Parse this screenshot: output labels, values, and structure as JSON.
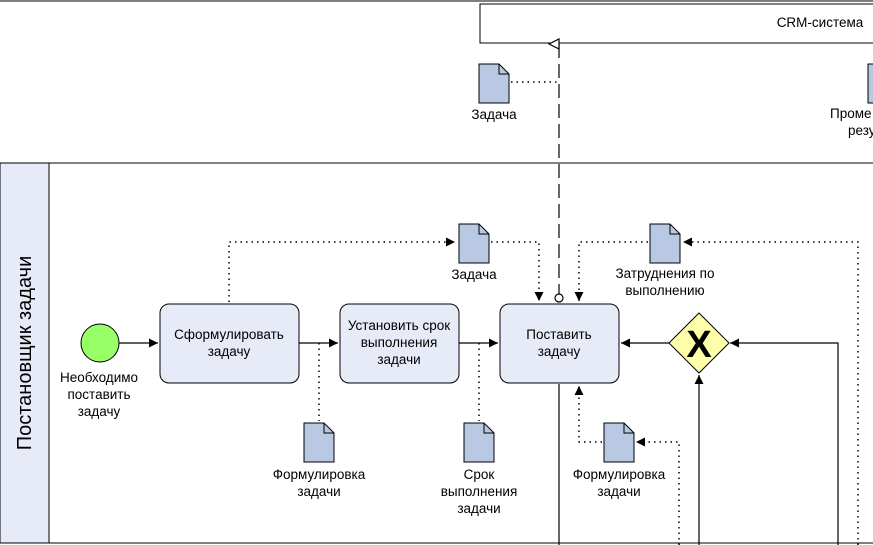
{
  "pool_crm": {
    "label": "CRM-система"
  },
  "lane": {
    "label": "Постановщик задачи"
  },
  "start_event": {
    "lines": [
      "Необходимо",
      "поставить",
      "задачу"
    ]
  },
  "tasks": {
    "formulate": {
      "lines": [
        "Сформулировать",
        "задачу"
      ]
    },
    "deadline": {
      "lines": [
        "Установить срок",
        "выполнения",
        "задачи"
      ]
    },
    "assign": {
      "lines": [
        "Поставить",
        "задачу"
      ]
    }
  },
  "gateway": {
    "symbol": "X",
    "type": "exclusive"
  },
  "data_objects": {
    "task_top": {
      "lines": [
        "Задача"
      ]
    },
    "partial_right": {
      "lines": [
        "Проме",
        "резу"
      ]
    },
    "task_mid": {
      "lines": [
        "Задача"
      ]
    },
    "difficulties": {
      "lines": [
        "Затруднения по",
        "выполнению"
      ]
    },
    "wording_1": {
      "lines": [
        "Формулировка",
        "задачи"
      ]
    },
    "deadline_doc": {
      "lines": [
        "Срок",
        "выполнения",
        "задачи"
      ]
    },
    "wording_2": {
      "lines": [
        "Формулировка",
        "задачи"
      ]
    }
  },
  "colors": {
    "task_fill": "#e6ebf7",
    "doc_fill": "#b9c9e3",
    "lane_header_fill": "#e6ebf7",
    "start_fill": "#99ff66",
    "gateway_fill": "#ffffaa"
  }
}
